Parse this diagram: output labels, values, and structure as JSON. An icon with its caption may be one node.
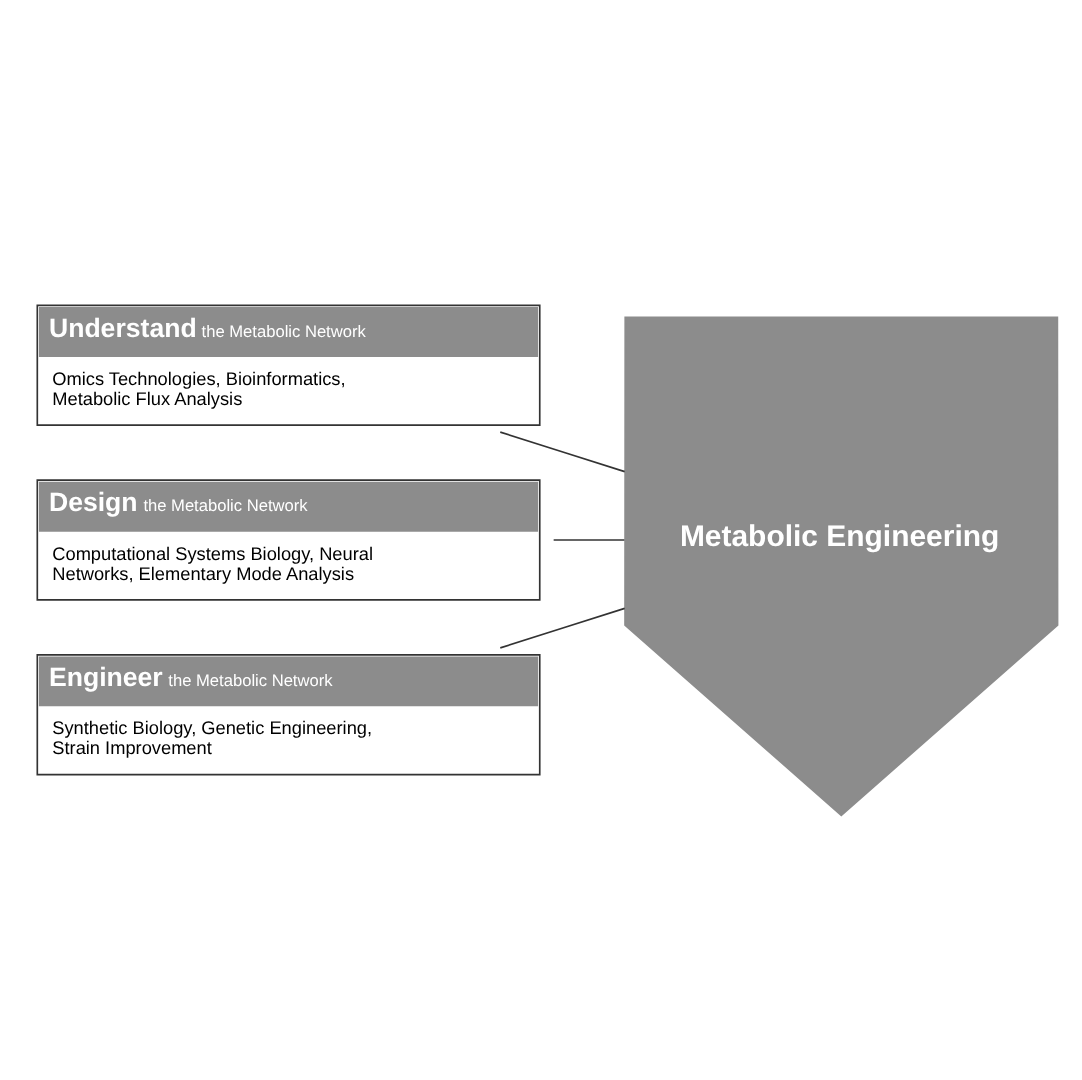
{
  "diagram": {
    "nodes": [
      {
        "text": [
          "**Understand** the Metabolic Network",
          "Omics Technologies, Bioinformatics, Metabolic Flux Analysis"
        ]
      },
      {
        "text": [
          "**Design** the Metabolic Network",
          "Computational Systems Biology, Neural Networks, Elementary Mode Analysis"
        ]
      },
      {
        "text": [
          "**Engineer** the Metabolic Network",
          "Synthetic Biology, Genetic Engineering, Strain Improvement"
        ]
      },
      {
        "text": [
          "Metabolic Engineering"
        ]
      }
    ],
    "edges": [
      {
        "from": 0,
        "to": 3,
        "arrow": "none"
      },
      {
        "from": 1,
        "to": 3,
        "arrow": "none"
      },
      {
        "from": 2,
        "to": 3,
        "arrow": "none"
      }
    ]
  }
}
